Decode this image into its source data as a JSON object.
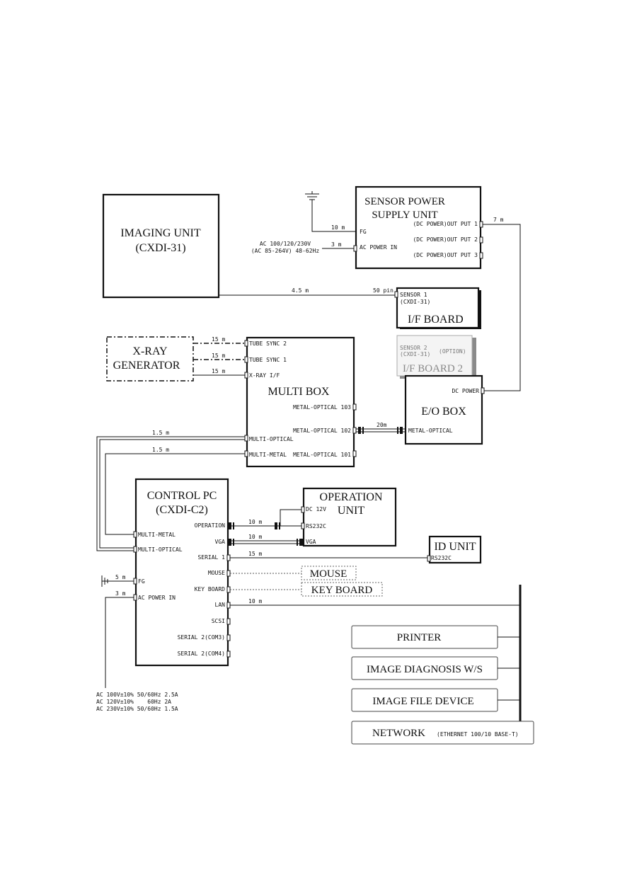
{
  "units": {
    "imaging": [
      "IMAGING UNIT",
      "(CXDI-31)"
    ],
    "sensor_power": [
      "SENSOR POWER",
      "SUPPLY UNIT"
    ],
    "if_board": "I/F BOARD",
    "if_board2": "I/F BOARD 2",
    "xray": [
      "X-RAY",
      "GENERATOR"
    ],
    "multibox": "MULTI BOX",
    "eobox": "E/O BOX",
    "control_pc": [
      "CONTROL PC",
      "(CXDI-C2)"
    ],
    "operation": [
      "OPERATION",
      "UNIT"
    ],
    "id_unit": "ID UNIT",
    "mouse": "MOUSE",
    "keyboard": "KEY BOARD",
    "printer": "PRINTER",
    "diag_ws": "IMAGE DIAGNOSIS W/S",
    "file_device": "IMAGE FILE DEVICE",
    "network": "NETWORK",
    "network_note": "(ETHERNET 100/10 BASE-T)"
  },
  "ports": {
    "psu_fg": "FG",
    "psu_ac": "AC POWER IN",
    "psu_out1": "(DC POWER)OUT PUT 1",
    "psu_out2": "(DC POWER)OUT PUT 2",
    "psu_out3": "(DC POWER)OUT PUT 3",
    "sensor1": [
      "SENSOR 1",
      "(CXDI-31)"
    ],
    "sensor2": [
      "SENSOR 2",
      "(CXDI-31)"
    ],
    "option": "(OPTION)",
    "tube_sync2": "TUBE SYNC 2",
    "tube_sync1": "TUBE SYNC 1",
    "xray_if": "X-RAY I/F",
    "mo103": "METAL-OPTICAL 103",
    "mo102": "METAL-OPTICAL 102",
    "mo101": "METAL-OPTICAL 101",
    "multi_optical": "MULTI-OPTICAL",
    "multi_metal": "MULTI-METAL",
    "eo_dc_power": "DC POWER",
    "eo_metal_optical": "METAL-OPTICAL",
    "pc_multi_metal": "MULTI-METAL",
    "pc_multi_optical": "MULTI-OPTICAL",
    "pc_fg": "FG",
    "pc_ac": "AC POWER IN",
    "pc_operation": "OPERATION",
    "pc_vga": "VGA",
    "pc_serial1": "SERIAL 1",
    "pc_mouse": "MOUSE",
    "pc_keyboard": "KEY BOARD",
    "pc_lan": "LAN",
    "pc_scsi": "SCSI",
    "pc_com3": "SERIAL 2(COM3)",
    "pc_com4": "SERIAL 2(COM4)",
    "op_dc12v": "DC 12V",
    "op_rs232c": "RS232C",
    "op_vga": "VGA",
    "id_rs232c": "RS232C"
  },
  "cables": {
    "psu_fg": "10 m",
    "psu_ac": "3 m",
    "psu_out": "7 m",
    "sensor": "4.5 m",
    "sensor_pin": "50 pin",
    "tube2": "15 m",
    "tube1": "15 m",
    "xray_if": "15 m",
    "multi_optical": "1.5 m",
    "multi_metal": "1.5 m",
    "eo": "20m",
    "pc_fg": "5 m",
    "pc_ac": "3 m",
    "operation": "10 m",
    "vga": "10 m",
    "serial1": "15 m",
    "lan": "10 m"
  },
  "power_specs": {
    "psu": [
      "AC 100/120/230V",
      "(AC 85-264V) 48-62Hz"
    ],
    "pc": [
      "AC 100V±10% 50/60Hz 2.5A",
      "AC 120V±10%    60Hz 2A",
      "AC 230V±10% 50/60Hz 1.5A"
    ]
  }
}
